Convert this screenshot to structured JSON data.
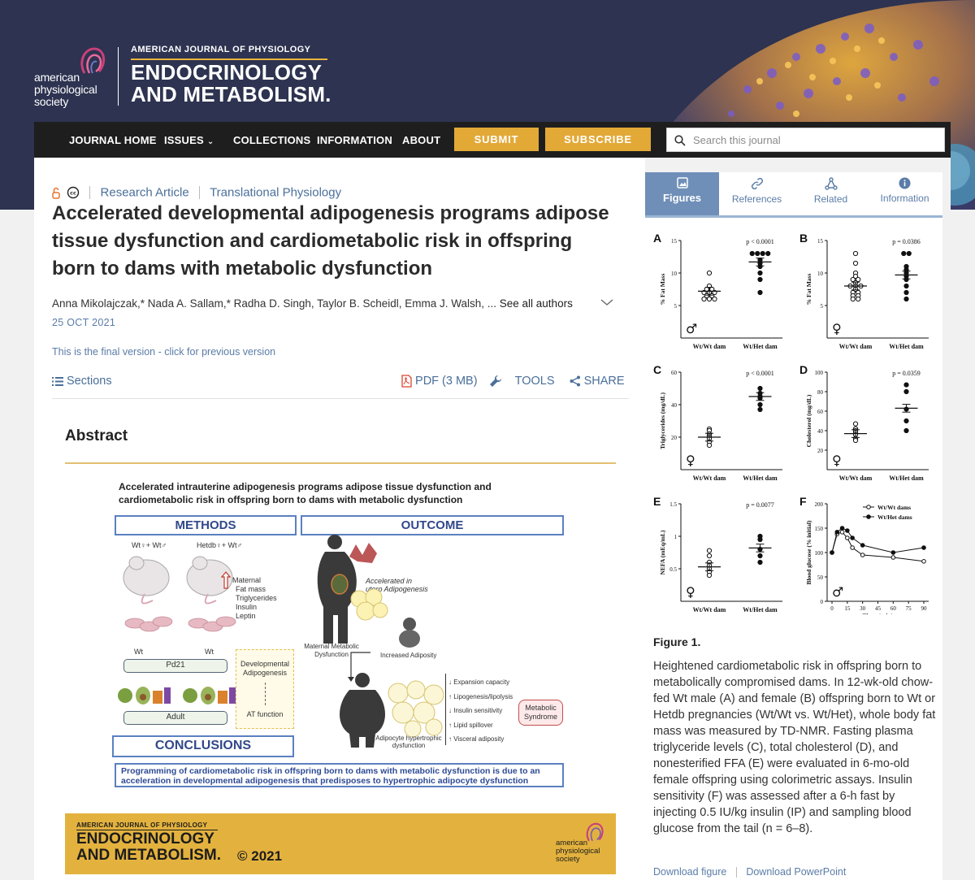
{
  "brand": {
    "society_lines": [
      "american",
      "physiological",
      "society"
    ],
    "journal_super": "AMERICAN JOURNAL OF PHYSIOLOGY",
    "journal_lines": [
      "ENDOCRINOLOGY",
      "AND METABOLISM."
    ]
  },
  "nav": {
    "items": [
      "JOURNAL HOME",
      "ISSUES",
      "COLLECTIONS",
      "INFORMATION",
      "ABOUT"
    ],
    "submit": "SUBMIT",
    "subscribe": "SUBSCRIBE",
    "search_placeholder": "Search this journal"
  },
  "article": {
    "type": "Research Article",
    "category": "Translational Physiology",
    "title": "Accelerated developmental adipogenesis programs adipose tissue dysfunction and cardiometabolic risk in offspring born to dams with metabolic dysfunction",
    "authors": "Anna Mikolajczak,* Nada A. Sallam,* Radha D. Singh, Taylor B. Scheidl, Emma J. Walsh, ...",
    "see_all": "See all authors",
    "date": "25 OCT 2021",
    "final_version": "This is the final version - click for previous version",
    "sections": "Sections",
    "pdf": "PDF (3 MB)",
    "tools": "TOOLS",
    "share": "SHARE",
    "abstract_heading": "Abstract"
  },
  "graphical_abstract": {
    "title": "Accelerated intrauterine adipogenesis programs adipose tissue dysfunction and cardiometabolic risk in offspring born to dams with metabolic dysfunction",
    "methods": "METHODS",
    "outcome": "OUTCOME",
    "conclusions": "CONCLUSIONS",
    "conclusion_text": "Programming of cardiometabolic risk in offspring born to dams with metabolic dysfunction is due to an acceleration in developmental adipogenesis that predisposes to hypertrophic adipocyte dysfunction",
    "wt_pair": "Wt♀+ Wt♂",
    "het_pair": "Hetdb♀+ Wt♂",
    "maternal_lines": [
      "Maternal",
      "Fat mass",
      "Triglycerides",
      "Insulin",
      "Leptin"
    ],
    "wt": "Wt",
    "pd21": "Pd21",
    "adult": "Adult",
    "dev_adipo": "Developmental Adipogenesis",
    "at_function": "AT function",
    "accelerated": "Accelerated in utero Adipogenesis",
    "maternal_dysfunction": "Maternal Metabolic Dysfunction",
    "increased_adiposity": "Increased Adiposity",
    "outcomes": [
      "Expansion capacity",
      "Lipogenesis/lipolysis",
      "Insulin sensitivity",
      "Lipid spillover",
      "Visceral adiposity"
    ],
    "adipocyte_dysfunction": "Adipocyte hypertrophic dysfunction",
    "metabolic_syndrome": "Metabolic Syndrome"
  },
  "banner": {
    "super": "AMERICAN JOURNAL OF PHYSIOLOGY",
    "lines": [
      "ENDOCRINOLOGY",
      "AND METABOLISM."
    ],
    "year": "© 2021",
    "society_lines": [
      "american",
      "physiological",
      "society"
    ]
  },
  "sidebar": {
    "tabs": [
      "Figures",
      "References",
      "Related",
      "Information"
    ],
    "figure_title": "Figure 1.",
    "caption": "Heightened cardiometabolic risk in offspring born to metabolically compromised dams. In 12-wk-old chow-fed Wt male (A) and female (B) offspring born to Wt or Hetdb pregnancies (Wt/Wt vs. Wt/Het), whole body fat mass was measured by TD-NMR. Fasting plasma triglyceride levels (C), total cholesterol (D), and nonesterified FFA (E) were evaluated in 6-mo-old female offspring using colorimetric assays. Insulin sensitivity (F) was assessed after a 6-h fast by injecting 0.5 IU/kg insulin (IP) and sampling blood glucose from the tail (n = 6–8).",
    "download_figure": "Download figure",
    "download_ppt": "Download PowerPoint"
  },
  "chart_data": [
    {
      "type": "scatter",
      "panel": "A",
      "ylabel": "% Fat Mass",
      "categories": [
        "Wt/Wt dam",
        "Wt/Het dam"
      ],
      "ylim": [
        0,
        15
      ],
      "yticks": [
        5,
        10,
        15
      ],
      "annotation": "p < 0.0001",
      "sex": "♂",
      "series": [
        {
          "values": [
            10,
            8,
            7.5,
            7.5,
            7,
            7,
            7,
            6.5,
            6.5,
            6,
            6,
            6
          ],
          "mean": 7.2
        },
        {
          "values": [
            13,
            13,
            13,
            13,
            12,
            11.5,
            11,
            10,
            9,
            7
          ],
          "mean": 11.7
        }
      ]
    },
    {
      "type": "scatter",
      "panel": "B",
      "ylabel": "% Fat Mass",
      "categories": [
        "Wt/Wt dam",
        "Wt/Het dam"
      ],
      "ylim": [
        0,
        15
      ],
      "yticks": [
        5,
        10,
        15
      ],
      "annotation": "p = 0.0386",
      "sex": "♀",
      "series": [
        {
          "values": [
            13,
            11.5,
            10,
            9.5,
            9,
            9,
            8.5,
            8,
            8,
            8,
            7.5,
            7,
            7,
            6.5,
            6.5,
            6,
            6
          ],
          "mean": 8
        },
        {
          "values": [
            13,
            13,
            11,
            10.5,
            10,
            9.5,
            9,
            8,
            7,
            6
          ],
          "mean": 9.7
        }
      ]
    },
    {
      "type": "scatter",
      "panel": "C",
      "ylabel": "Triglycerides (mg/dL)",
      "categories": [
        "Wt/Wt dam",
        "Wt/Het dam"
      ],
      "ylim": [
        0,
        60
      ],
      "yticks": [
        20,
        40,
        60
      ],
      "annotation": "p < 0.0001",
      "sex": "♀",
      "series": [
        {
          "values": [
            25,
            24,
            22,
            21,
            20,
            19,
            17,
            15
          ],
          "mean": 20
        },
        {
          "values": [
            50,
            47,
            45,
            44,
            40,
            37
          ],
          "mean": 45
        }
      ]
    },
    {
      "type": "scatter",
      "panel": "D",
      "ylabel": "Cholesterol (mg/dL)",
      "categories": [
        "Wt/Wt dam",
        "Wt/Het dam"
      ],
      "ylim": [
        0,
        100
      ],
      "yticks": [
        20,
        40,
        60,
        80,
        100
      ],
      "annotation": "p = 0.0359",
      "sex": "♀",
      "series": [
        {
          "values": [
            47,
            42,
            40,
            38,
            36,
            32,
            30
          ],
          "mean": 37
        },
        {
          "values": [
            87,
            80,
            62,
            50,
            40
          ],
          "mean": 63
        }
      ]
    },
    {
      "type": "scatter",
      "panel": "E",
      "ylabel": "NEFA (mEq/mL)",
      "categories": [
        "Wt/Wt dam",
        "Wt/Het dam"
      ],
      "ylim": [
        0,
        1.5
      ],
      "yticks": [
        0.5,
        1.0,
        1.5
      ],
      "annotation": "p = 0.0077",
      "sex": "♀",
      "series": [
        {
          "values": [
            0.78,
            0.7,
            0.6,
            0.55,
            0.5,
            0.45,
            0.4
          ],
          "mean": 0.53
        },
        {
          "values": [
            1.0,
            0.95,
            0.8,
            0.7,
            0.6
          ],
          "mean": 0.82
        }
      ]
    },
    {
      "type": "line",
      "panel": "F",
      "ylabel": "Blood glucose (% initial)",
      "xlabel": "Time (min)",
      "x": [
        0,
        5,
        10,
        15,
        20,
        30,
        60,
        90
      ],
      "ylim": [
        0,
        200
      ],
      "yticks": [
        0,
        50,
        100,
        150,
        200
      ],
      "xticks": [
        0,
        15,
        30,
        45,
        60,
        75,
        90
      ],
      "sex": "♂",
      "series": [
        {
          "name": "Wt/Wt dams",
          "values": [
            100,
            138,
            142,
            130,
            110,
            95,
            90,
            82
          ],
          "marker": "open"
        },
        {
          "name": "Wt/Het dams",
          "values": [
            100,
            142,
            150,
            145,
            130,
            115,
            100,
            110
          ],
          "marker": "filled"
        }
      ]
    }
  ]
}
